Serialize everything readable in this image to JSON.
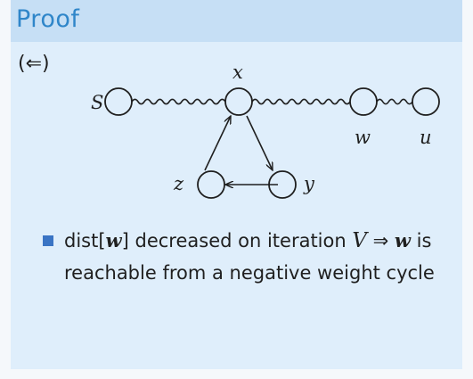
{
  "slide": {
    "title": "Proof",
    "direction": "(⇐)"
  },
  "diagram": {
    "nodes": [
      {
        "id": "S",
        "label": "S"
      },
      {
        "id": "x",
        "label": "x"
      },
      {
        "id": "w",
        "label": "w"
      },
      {
        "id": "u",
        "label": "u"
      },
      {
        "id": "z",
        "label": "z"
      },
      {
        "id": "y",
        "label": "y"
      }
    ],
    "edges": [
      {
        "from": "S",
        "to": "x",
        "style": "wavy"
      },
      {
        "from": "x",
        "to": "w",
        "style": "wavy"
      },
      {
        "from": "w",
        "to": "u",
        "style": "wavy"
      },
      {
        "from": "x",
        "to": "y",
        "style": "arrow"
      },
      {
        "from": "y",
        "to": "z",
        "style": "arrow"
      },
      {
        "from": "z",
        "to": "x",
        "style": "arrow"
      }
    ]
  },
  "bullet": {
    "dist_prefix": "dist[",
    "dist_var": "w",
    "dist_suffix": "] decreased on iteration ",
    "iteration_var": "V",
    "implies": " ⇒ ",
    "target_var": "w",
    "line1_end": " is",
    "line2": "reachable from a negative weight cycle"
  },
  "colors": {
    "title": "#2f86c9",
    "slide_background": "#dfeefb",
    "title_bar": "#c6dff5",
    "bullet": "#3a74c4"
  }
}
